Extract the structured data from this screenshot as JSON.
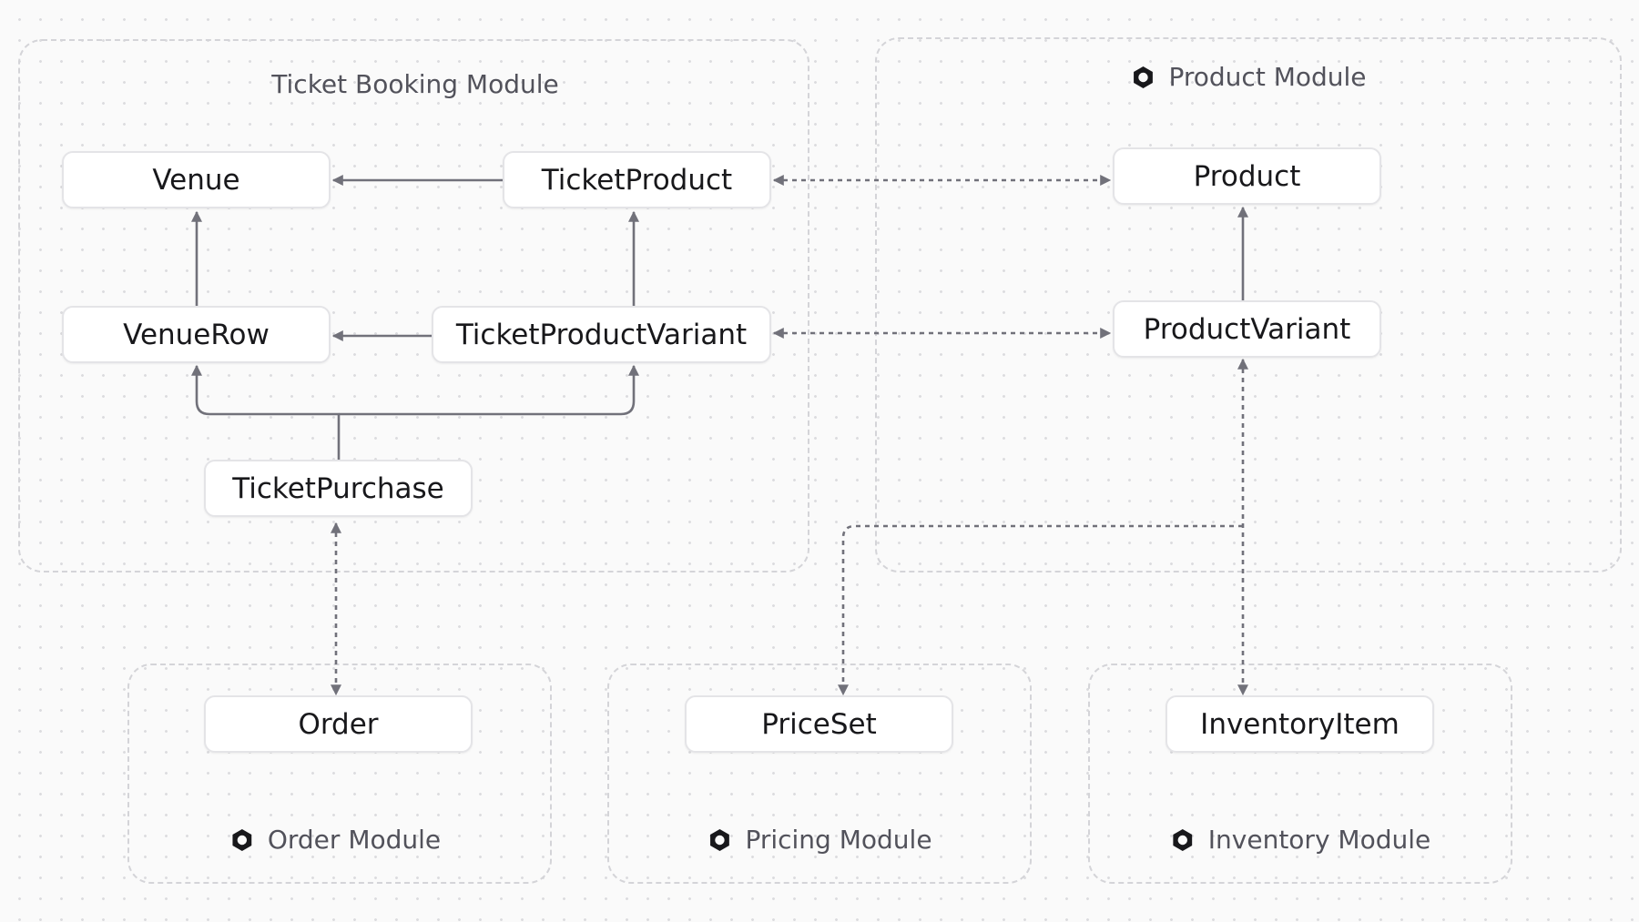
{
  "modules": {
    "ticket_booking": {
      "title": "Ticket Booking Module"
    },
    "product": {
      "title": "Product Module"
    },
    "order": {
      "title": "Order Module"
    },
    "pricing": {
      "title": "Pricing Module"
    },
    "inventory": {
      "title": "Inventory Module"
    }
  },
  "entities": {
    "venue": "Venue",
    "ticket_product": "TicketProduct",
    "venue_row": "VenueRow",
    "ticket_product_variant": "TicketProductVariant",
    "ticket_purchase": "TicketPurchase",
    "product": "Product",
    "product_variant": "ProductVariant",
    "order": "Order",
    "price_set": "PriceSet",
    "inventory_item": "InventoryItem"
  },
  "links": [
    {
      "from": "ticket_product",
      "to": "venue",
      "style": "solid"
    },
    {
      "from": "venue_row",
      "to": "venue",
      "style": "solid"
    },
    {
      "from": "ticket_product_variant",
      "to": "ticket_product",
      "style": "solid"
    },
    {
      "from": "ticket_product_variant",
      "to": "venue_row",
      "style": "solid"
    },
    {
      "from": "ticket_purchase",
      "to": "venue_row",
      "style": "solid"
    },
    {
      "from": "ticket_purchase",
      "to": "ticket_product_variant",
      "style": "solid"
    },
    {
      "from": "product_variant",
      "to": "product",
      "style": "solid"
    },
    {
      "from": "ticket_product",
      "to": "product",
      "style": "dashed",
      "bidirectional": true
    },
    {
      "from": "ticket_product_variant",
      "to": "product_variant",
      "style": "dashed",
      "bidirectional": true
    },
    {
      "from": "ticket_purchase",
      "to": "order",
      "style": "dashed",
      "bidirectional": true
    },
    {
      "from": "product_variant",
      "to": "price_set",
      "style": "dashed",
      "bidirectional": true
    },
    {
      "from": "product_variant",
      "to": "inventory_item",
      "style": "dashed",
      "bidirectional": true
    }
  ],
  "colors": {
    "solid_link": "#71717a",
    "dashed_link": "#71717a",
    "module_border": "#d4d4d8",
    "entity_border": "#e4e4e7",
    "icon": "#18181b"
  }
}
